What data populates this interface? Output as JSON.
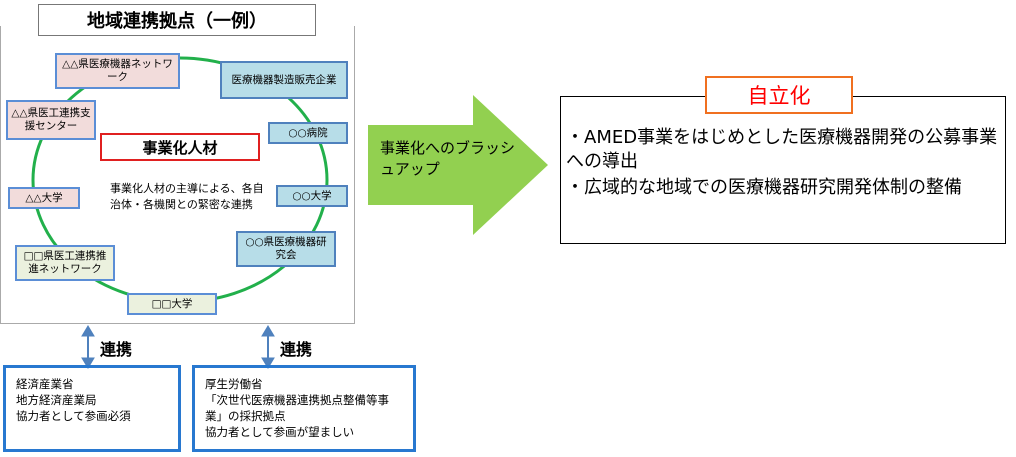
{
  "hub": {
    "title": "地域連携拠点（一例）",
    "center_label": "事業化人材",
    "center_desc": "事業化人材の主導による、各自治体・各機関との緊密な連携",
    "nodes": [
      {
        "label": "△△県医療機器ネットワーク"
      },
      {
        "label": "医療機器製造販売企業"
      },
      {
        "label": "△△県医工連携支援センター"
      },
      {
        "label": "○○病院"
      },
      {
        "label": "○○大学"
      },
      {
        "label": "△△大学"
      },
      {
        "label": "○○県医療機器研究会"
      },
      {
        "label": "□□県医工連携推進ネットワーク"
      },
      {
        "label": "□□大学"
      }
    ]
  },
  "arrow": {
    "label": "事業化へのブラッシュアップ"
  },
  "outcome": {
    "title": "自立化",
    "items": [
      "・AMED事業をはじめとした医療機器開発の公募事業への導出",
      "・広域的な地域での医療機器研究開発体制の整備"
    ]
  },
  "links": {
    "left_label": "連携",
    "right_label": "連携",
    "meti": [
      "経済産業省",
      "地方経済産業局",
      "協力者として参画必須"
    ],
    "mhlw": [
      "厚生労働省",
      "「次世代医療機器連携拠点整備等事業」の採択拠点",
      "協力者として参画が望ましい"
    ]
  },
  "colors": {
    "ring": "#22b04b",
    "arrow": "#92d050",
    "link_arrow": "#4f81bd",
    "outcome_title": "#ff0000",
    "outcome_border": "#f07020",
    "center_border": "#e02020"
  }
}
